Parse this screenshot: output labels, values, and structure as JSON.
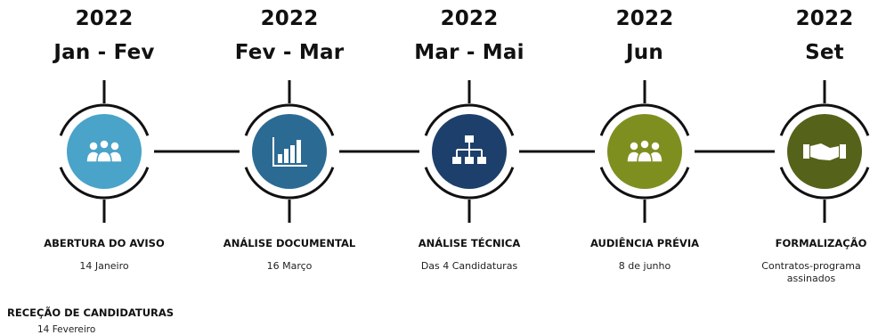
{
  "milestones": [
    {
      "year": "2022",
      "period": "Jan - Fev",
      "label": "ABERTURA DO AVISO",
      "sub": "14 Janeiro",
      "color": "#4aa3c8",
      "icon": "people-icon"
    },
    {
      "year": "2022",
      "period": "Fev - Mar",
      "label": "ANÁLISE DOCUMENTAL",
      "sub": "16 Março",
      "color": "#2b6a93",
      "icon": "bar-chart-icon"
    },
    {
      "year": "2022",
      "period": "Mar - Mai",
      "label": "ANÁLISE TÉCNICA",
      "sub": "Das 4 Candidaturas",
      "color": "#1d3f6b",
      "icon": "org-chart-icon"
    },
    {
      "year": "2022",
      "period": "Jun",
      "label": "AUDIÊNCIA PRÉVIA",
      "sub": "8 de junho",
      "color": "#7f8f1f",
      "icon": "people-icon"
    },
    {
      "year": "2022",
      "period": "Set",
      "label": "FORMALIZAÇÃO",
      "sub": "Contratos-programa assinados",
      "color": "#55631a",
      "icon": "handshake-icon"
    }
  ],
  "extra": {
    "label": "RECEÇÃO DE CANDIDATURAS",
    "sub": "14 Fevereiro"
  }
}
